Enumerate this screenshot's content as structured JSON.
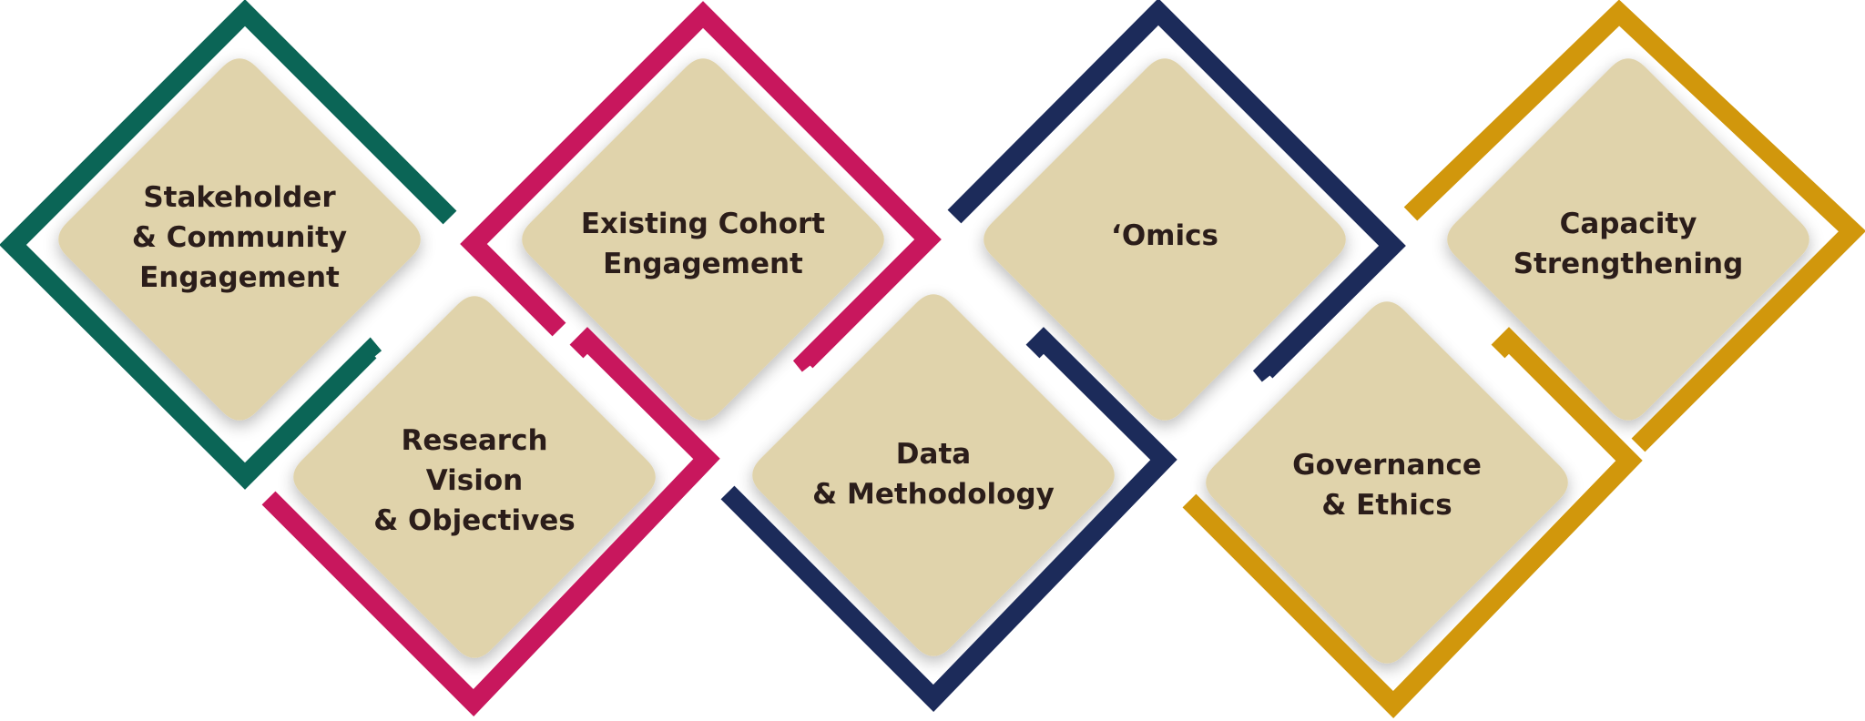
{
  "colors": {
    "tile_fill": "#e0d3ab",
    "text": "#2b1d1a",
    "green": "#0b6556",
    "magenta": "#c8175d",
    "navy": "#1c2b5a",
    "gold": "#d1970c"
  },
  "tiles": [
    {
      "id": "stakeholder",
      "title": "Stakeholder & Community Engagement",
      "lines": [
        "Stakeholder",
        "& Community",
        "Engagement"
      ],
      "color": "green"
    },
    {
      "id": "research",
      "title": "Research Vision & Objectives",
      "lines": [
        "Research",
        "Vision",
        "& Objectives"
      ],
      "color": "magenta"
    },
    {
      "id": "cohort",
      "title": "Existing Cohort Engagement",
      "lines": [
        "Existing Cohort",
        "Engagement"
      ],
      "color": "magenta"
    },
    {
      "id": "data",
      "title": "Data & Methodology",
      "lines": [
        "Data",
        "& Methodology"
      ],
      "color": "navy"
    },
    {
      "id": "omics",
      "title": "‘Omics",
      "lines": [
        "‘Omics"
      ],
      "color": "navy"
    },
    {
      "id": "governance",
      "title": "Governance & Ethics",
      "lines": [
        "Governance",
        "& Ethics"
      ],
      "color": "gold"
    },
    {
      "id": "capacity",
      "title": "Capacity Strengthening",
      "lines": [
        "Capacity",
        "Strengthening"
      ],
      "color": "gold"
    }
  ]
}
